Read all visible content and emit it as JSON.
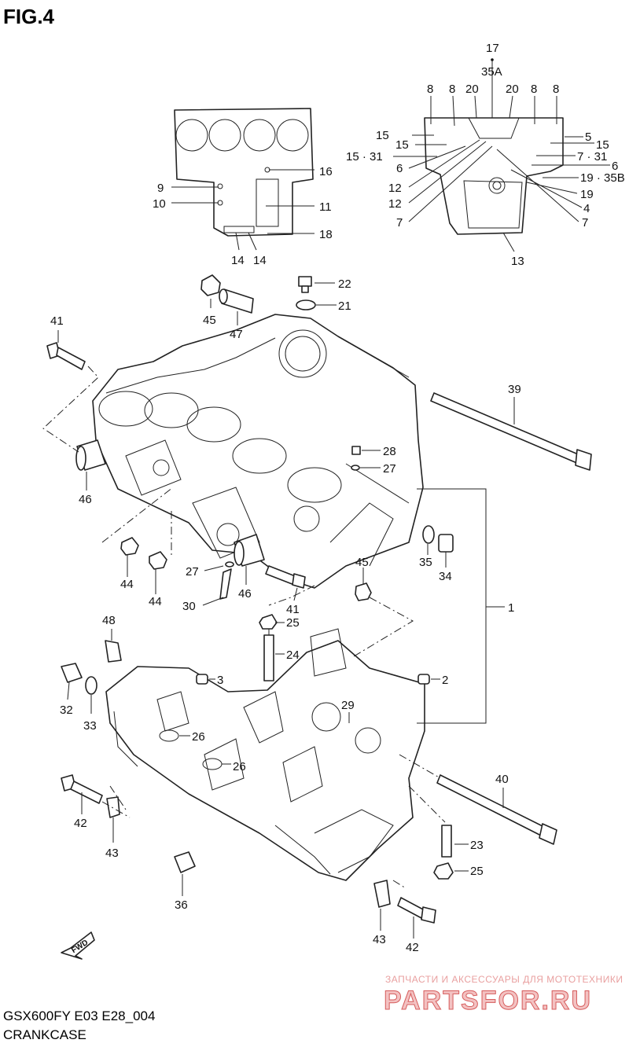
{
  "figure": {
    "title": "FIG.4",
    "model_code": "GSX600FY E03 E28_004",
    "subtitle": "CRANKCASE",
    "fwd_label": "FWD"
  },
  "watermark": {
    "tagline": "ЗАПЧАСТИ И АКСЕССУАРЫ ДЛЯ МОТОТЕХНИКИ",
    "brand": "PARTSFOR.RU"
  },
  "callouts": [
    {
      "id": "c17",
      "text": "17"
    },
    {
      "id": "c35a",
      "text": "35A"
    },
    {
      "id": "c8a",
      "text": "8"
    },
    {
      "id": "c8b",
      "text": "8"
    },
    {
      "id": "c20a",
      "text": "20"
    },
    {
      "id": "c20b",
      "text": "20"
    },
    {
      "id": "c8c",
      "text": "8"
    },
    {
      "id": "c8d",
      "text": "8"
    },
    {
      "id": "c15a",
      "text": "15"
    },
    {
      "id": "c15b",
      "text": "15"
    },
    {
      "id": "c15c",
      "text": "15 · 31"
    },
    {
      "id": "c6a",
      "text": "6"
    },
    {
      "id": "c12a",
      "text": "12"
    },
    {
      "id": "c12b",
      "text": "12"
    },
    {
      "id": "c7a",
      "text": "7"
    },
    {
      "id": "c5",
      "text": "5"
    },
    {
      "id": "c15d",
      "text": "15"
    },
    {
      "id": "c7b",
      "text": "7 · 31"
    },
    {
      "id": "c6b",
      "text": "6"
    },
    {
      "id": "c19a",
      "text": "19 · 35B"
    },
    {
      "id": "c19b",
      "text": "19"
    },
    {
      "id": "c4",
      "text": "4"
    },
    {
      "id": "c7c",
      "text": "7"
    },
    {
      "id": "c13",
      "text": "13"
    },
    {
      "id": "c16",
      "text": "16"
    },
    {
      "id": "c9",
      "text": "9"
    },
    {
      "id": "c10",
      "text": "10"
    },
    {
      "id": "c11",
      "text": "11"
    },
    {
      "id": "c18",
      "text": "18"
    },
    {
      "id": "c14a",
      "text": "14"
    },
    {
      "id": "c14b",
      "text": "14"
    },
    {
      "id": "c22",
      "text": "22"
    },
    {
      "id": "c21",
      "text": "21"
    },
    {
      "id": "c45a",
      "text": "45"
    },
    {
      "id": "c47",
      "text": "47"
    },
    {
      "id": "c41a",
      "text": "41"
    },
    {
      "id": "c39",
      "text": "39"
    },
    {
      "id": "c28",
      "text": "28"
    },
    {
      "id": "c27a",
      "text": "27"
    },
    {
      "id": "c46a",
      "text": "46"
    },
    {
      "id": "c35",
      "text": "35"
    },
    {
      "id": "c34",
      "text": "34"
    },
    {
      "id": "c44a",
      "text": "44"
    },
    {
      "id": "c44b",
      "text": "44"
    },
    {
      "id": "c27b",
      "text": "27"
    },
    {
      "id": "c46b",
      "text": "46"
    },
    {
      "id": "c45b",
      "text": "45"
    },
    {
      "id": "c30",
      "text": "30"
    },
    {
      "id": "c41b",
      "text": "41"
    },
    {
      "id": "c1",
      "text": "1"
    },
    {
      "id": "c48",
      "text": "48"
    },
    {
      "id": "c25a",
      "text": "25"
    },
    {
      "id": "c24",
      "text": "24"
    },
    {
      "id": "c3",
      "text": "3"
    },
    {
      "id": "c2",
      "text": "2"
    },
    {
      "id": "c32",
      "text": "32"
    },
    {
      "id": "c33",
      "text": "33"
    },
    {
      "id": "c29",
      "text": "29"
    },
    {
      "id": "c26a",
      "text": "26"
    },
    {
      "id": "c26b",
      "text": "26"
    },
    {
      "id": "c40",
      "text": "40"
    },
    {
      "id": "c42a",
      "text": "42"
    },
    {
      "id": "c43a",
      "text": "43"
    },
    {
      "id": "c23",
      "text": "23"
    },
    {
      "id": "c25b",
      "text": "25"
    },
    {
      "id": "c36",
      "text": "36"
    },
    {
      "id": "c43b",
      "text": "43"
    },
    {
      "id": "c42b",
      "text": "42"
    }
  ]
}
